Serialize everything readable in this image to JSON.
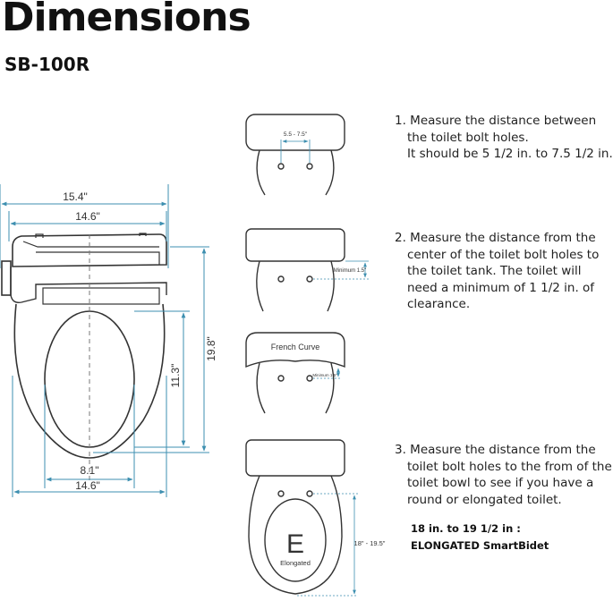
{
  "header": {
    "title": "Dimensions",
    "model": "SB-100R"
  },
  "main_diagram": {
    "dim_top_width": "15.4\"",
    "dim_inner_width": "14.6\"",
    "dim_height": "19.8\"",
    "dim_opening_length": "11.3\"",
    "dim_opening_width": "8.1\"",
    "dim_bottom_width": "14.6\""
  },
  "small_diagrams": {
    "bolt_spacing": "5.5 - 7.5\"",
    "minimum_clearance": "Minimum 1.5\"",
    "french_curve_label": "French Curve",
    "french_curve_minimum": "Minimum 1.5\"",
    "elongated_letter": "E",
    "elongated_label": "Elongated",
    "bowl_length": "18\" - 19.5\""
  },
  "steps": [
    {
      "lines": [
        "1. Measure the distance between",
        "the toilet bolt holes.",
        "It should be 5 1/2 in. to 7.5 1/2 in."
      ]
    },
    {
      "lines": [
        "2. Measure the distance from the",
        "center of the toilet bolt holes to",
        "the toilet tank. The toilet will",
        "need a minimum of 1 1/2 in. of",
        "clearance."
      ]
    },
    {
      "lines": [
        "3. Measure the distance from the",
        "toilet bolt holes to the from of the",
        "toilet bowl to see if you have a",
        "round or elongated toilet."
      ]
    }
  ],
  "note": {
    "line1": "18 in. to 19 1/2 in :",
    "line2": "ELONGATED SmartBidet"
  },
  "colors": {
    "dimension": "#3d8fb0",
    "outline": "#333333",
    "text": "#222222"
  }
}
